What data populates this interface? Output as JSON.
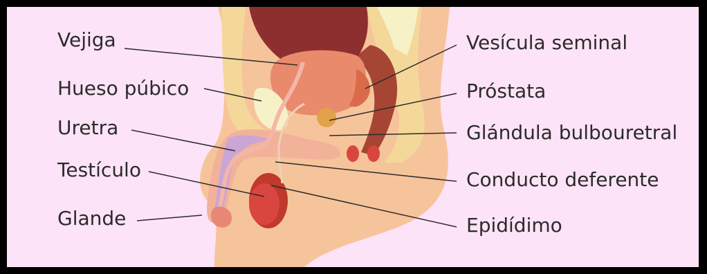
{
  "labels": {
    "left": {
      "vejiga": "Vejiga",
      "hueso_pubico": "Hueso púbico",
      "uretra": "Uretra",
      "testiculo": "Testículo",
      "glande": "Glande"
    },
    "right": {
      "vesicula_seminal": "Vesícula seminal",
      "prostata": "Próstata",
      "glandula_bulbouretral": "Glándula bulbouretral",
      "conducto_deferente": "Conducto deferente",
      "epididimo": "Epidídimo"
    }
  },
  "colors": {
    "background": "#fde3f7",
    "frame": "#000000",
    "skin": "#f6c49a",
    "fat": "#f3d89a",
    "bladder": "#e98a6c",
    "rectum": "#8e2f2f",
    "urethra": "#f4b6a8",
    "bone": "#f7f1c8",
    "penis_tissue": "#c9a6d6",
    "testicle": "#d9453f",
    "leader_line": "#2b2b2b"
  }
}
